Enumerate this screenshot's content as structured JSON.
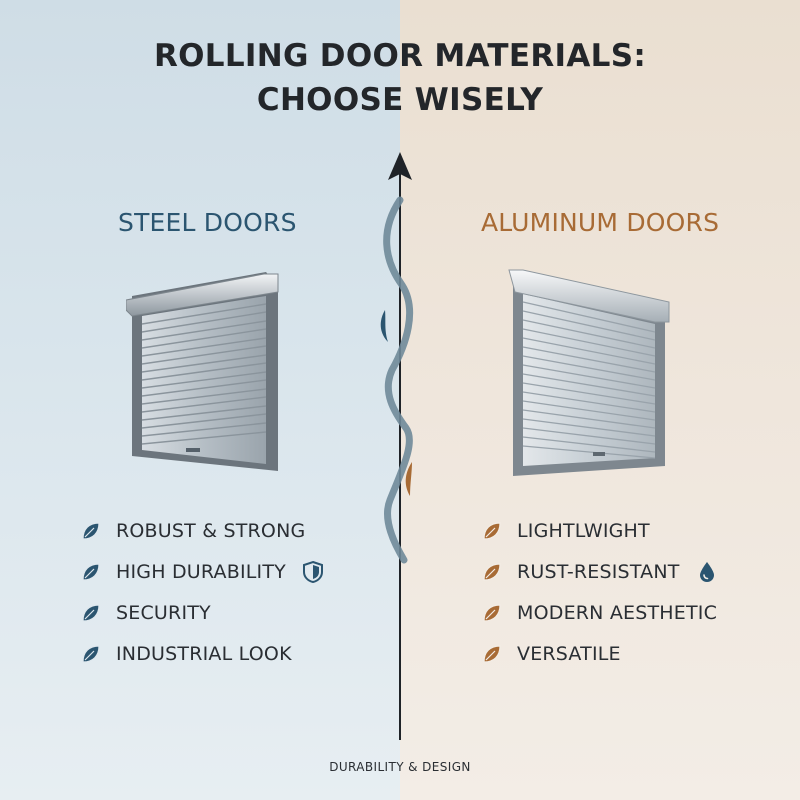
{
  "title": {
    "line1": "ROLLING DOOR MATERIALS:",
    "line2": "CHOOSE WISELY"
  },
  "steel": {
    "heading": "STEEL DOORS",
    "accent_color": "#2b5570",
    "features": [
      "ROBUST & STRONG",
      "HIGH DURABILITY",
      "SECURITY",
      "INDUSTRIAL LOOK"
    ],
    "badge_icon": "shield-icon"
  },
  "aluminum": {
    "heading": "ALUMINUM DOORS",
    "accent_color": "#a86b35",
    "features": [
      "LIGHTLWIGHT",
      "RUST-RESISTANT",
      "MODERN AESTHETIC",
      "VERSATILE"
    ],
    "badge_icon": "water-drop-icon"
  },
  "footer": "DURABILITY & DESIGN"
}
